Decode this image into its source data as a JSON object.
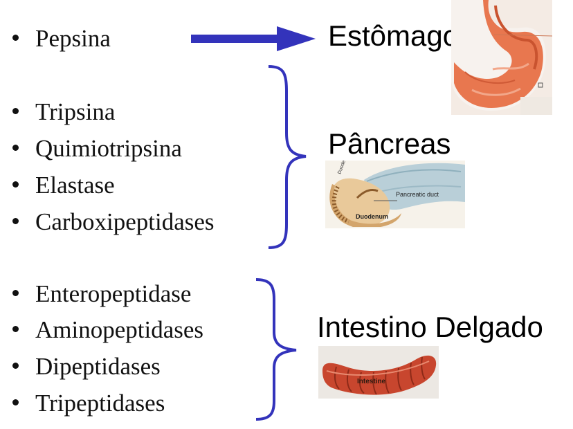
{
  "groups": [
    {
      "enzymes": [
        "Pepsina"
      ],
      "organ": "Estômago"
    },
    {
      "enzymes": [
        "Tripsina",
        "Quimiotripsina",
        "Elastase",
        "Carboxipeptidases"
      ],
      "organ": "Pâncreas",
      "image_labels": {
        "duodenum_small": "Duodenum",
        "duct": "Pancreatic duct",
        "duodenum": "Duodenum"
      }
    },
    {
      "enzymes": [
        "Enteropeptidase",
        "Aminopeptidases",
        "Dipeptidases",
        "Tripeptidases"
      ],
      "organ": "Intestino Delgado",
      "image_labels": {
        "intestine": "Intestine"
      }
    }
  ],
  "colors": {
    "connector": "#3333bb",
    "text": "#111111",
    "stomach": "#e8774f",
    "pancreas": "#b9cfd8",
    "intestine": "#c8462e"
  },
  "icons": [
    "arrow-right-icon",
    "brace-icon",
    "stomach-illustration",
    "pancreas-illustration",
    "intestine-illustration"
  ]
}
